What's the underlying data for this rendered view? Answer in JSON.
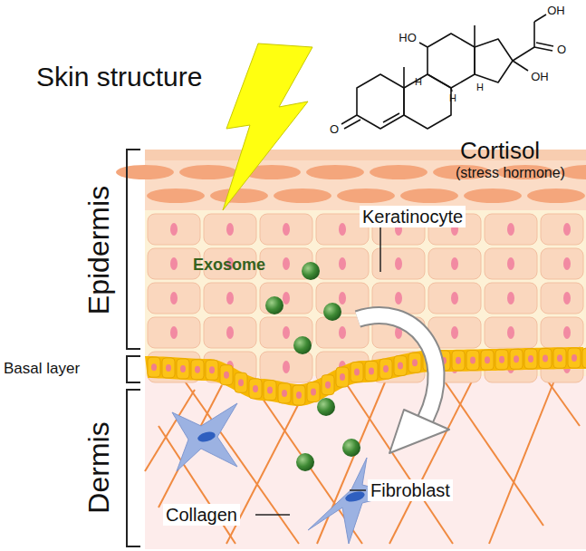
{
  "diagram": {
    "title": "Skin structure",
    "labels": [
      "OH",
      "O",
      "HO",
      "OH",
      "H",
      "H",
      "H",
      "O",
      "Cortisol",
      "(stress hormone)",
      "Epidermis",
      "Keratinocyte",
      "Exosome",
      "Basal layer",
      "Dermis",
      "Collagen",
      "Fibroblast"
    ]
  }
}
